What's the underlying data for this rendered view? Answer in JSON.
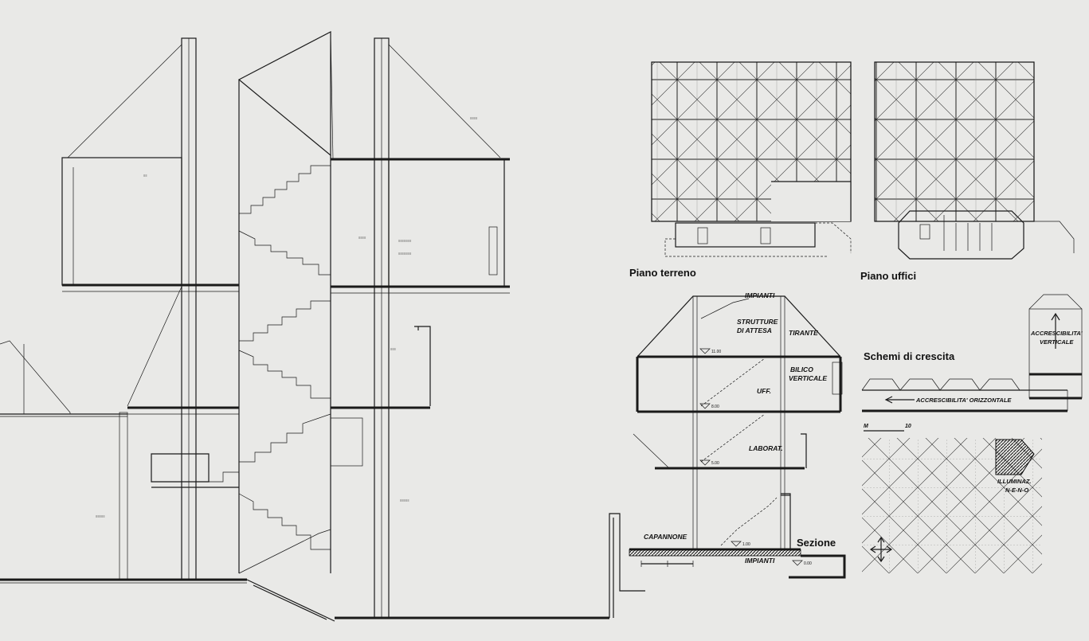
{
  "plans": {
    "ground": {
      "title": "Piano terreno"
    },
    "offices": {
      "title": "Piano uffici"
    }
  },
  "section": {
    "title": "Sezione",
    "labels": {
      "impianti_top": "IMPIANTI",
      "strutture": "STRUTTURE",
      "di_attesa": "DI ATTESA",
      "tirante": "TIRANTE",
      "bilico": "BILICO",
      "verticale": "VERTICALE",
      "uff": "UFF.",
      "laborat": "LABORAT.",
      "capannone": "CAPANNONE",
      "impianti_bottom": "IMPIANTI"
    },
    "levels": {
      "l1": "11.00",
      "l2": "8.00",
      "l3": "5.00",
      "l4": "1.00",
      "l5": "0.00"
    }
  },
  "growth": {
    "title": "Schemi di crescita",
    "vertical_1": "ACCRESCIBILITA'",
    "vertical_2": "VERTICALE",
    "horizontal": "ACCRESCIBILITA' ORIZZONTALE",
    "scale_m": "M",
    "scale_10": "10",
    "lighting_1": "ILLUMINAZ.",
    "lighting_2": "N-E-N-O"
  },
  "colors": {
    "paper": "#e9e9e7",
    "ink": "#111111"
  }
}
